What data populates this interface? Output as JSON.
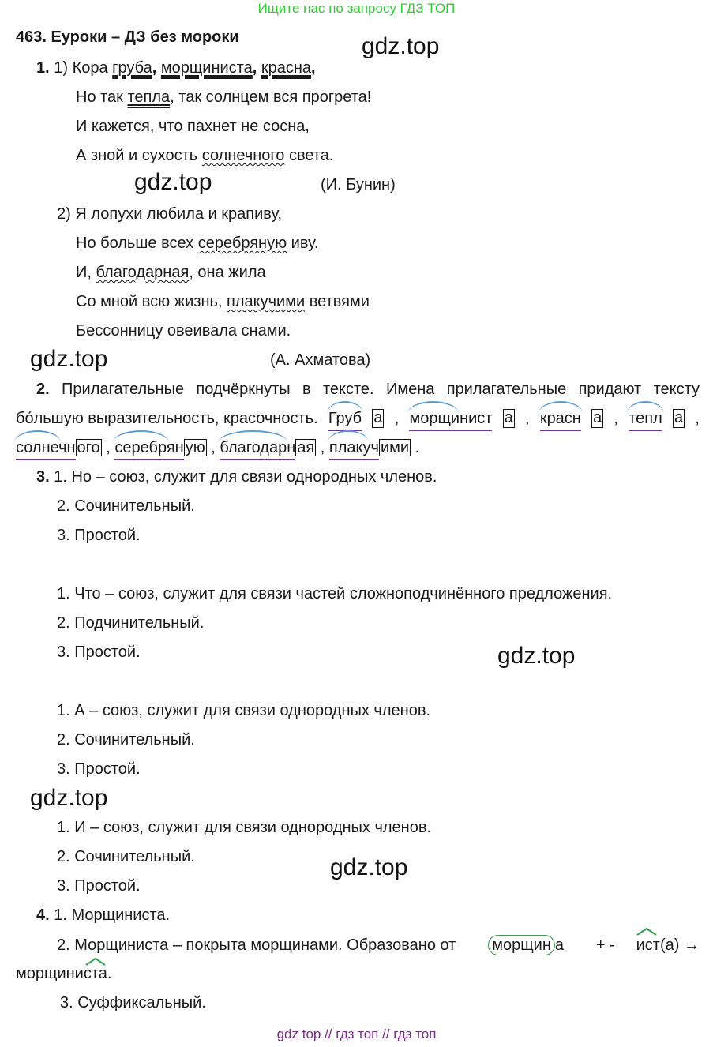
{
  "banner": "Ищите нас по запросу ГДЗ ТОП",
  "title": "463. Еуроки – ДЗ без мороки",
  "watermark": "gdz.top",
  "footer": "gdz top  //  гдз топ  //  гдз топ",
  "ex1": {
    "num": "1.",
    "p1": {
      "lead": "1) Кора ",
      "w1": "груба",
      "c1": ", ",
      "w2": "морщиниста",
      "c2": ", ",
      "w3": "красна",
      "c3": ",",
      "l2a": "Но так ",
      "l2w": "тепла",
      "l2b": ", так солнцем вся прогрета!",
      "l3": "И кажется, что пахнет не сосна,",
      "l4a": "А зной и сухость ",
      "l4w": "солнечного",
      "l4b": " света.",
      "author": "(И. Бунин)"
    },
    "p2": {
      "l1": "2) Я лопухи любила и крапиву,",
      "l2a": "Но больше всех ",
      "l2w": "серебряную",
      "l2b": " иву.",
      "l3a": "И, ",
      "l3w": "благодарная",
      "l3b": ", она жила",
      "l4a": "Со мной всю жизнь, ",
      "l4w": "плакучими",
      "l4b": " ветвями",
      "l5": "Бессонницу овеивала снами.",
      "author": "(А. Ахматова)"
    }
  },
  "ex2": {
    "num": "2.",
    "line1": "Прилагательные подчёркнуты в тексте. Имена прилагательные придают тексту",
    "line2_text": "бо́льшую выразительность, красочность.",
    "words2": [
      {
        "stem": "Груб",
        "ending": "а"
      },
      {
        "stem": "морщинист",
        "ending": "а"
      },
      {
        "stem": "красн",
        "ending": "а"
      },
      {
        "stem": "тепл",
        "ending": "а"
      }
    ],
    "words3": [
      {
        "stem": "солнечн",
        "ending": "ого"
      },
      {
        "stem": "серебрян",
        "ending": "ую"
      },
      {
        "stem": "благодарн",
        "ending": "ая"
      },
      {
        "stem": "плакуч",
        "ending": "ими"
      }
    ],
    "sep": ",",
    "end": "."
  },
  "ex3": {
    "num": "3.",
    "groups": [
      [
        "1. Но – союз, служит для связи однородных членов.",
        "2. Сочинительный.",
        "3. Простой."
      ],
      [
        "1. Что – союз, служит для связи частей сложноподчинённого предложения.",
        "2. Подчинительный.",
        "3. Простой."
      ],
      [
        "1. А – союз, служит для связи однородных членов.",
        "2. Сочинительный.",
        "3. Простой."
      ],
      [
        "1. И – союз, служит для связи однородных членов.",
        "2. Сочинительный.",
        "3. Простой."
      ]
    ]
  },
  "ex4": {
    "num": "4.",
    "l1": "1. Морщиниста.",
    "l2a": "2. Морщиниста – покрыта морщинами. Образовано от",
    "l2root": "морщин",
    "l2end": "а",
    "l2b": "+ -",
    "l2suf": "ист",
    "l2c": "(а) →",
    "l3": "морщиниста.",
    "l4": "3. Суффиксальный."
  }
}
